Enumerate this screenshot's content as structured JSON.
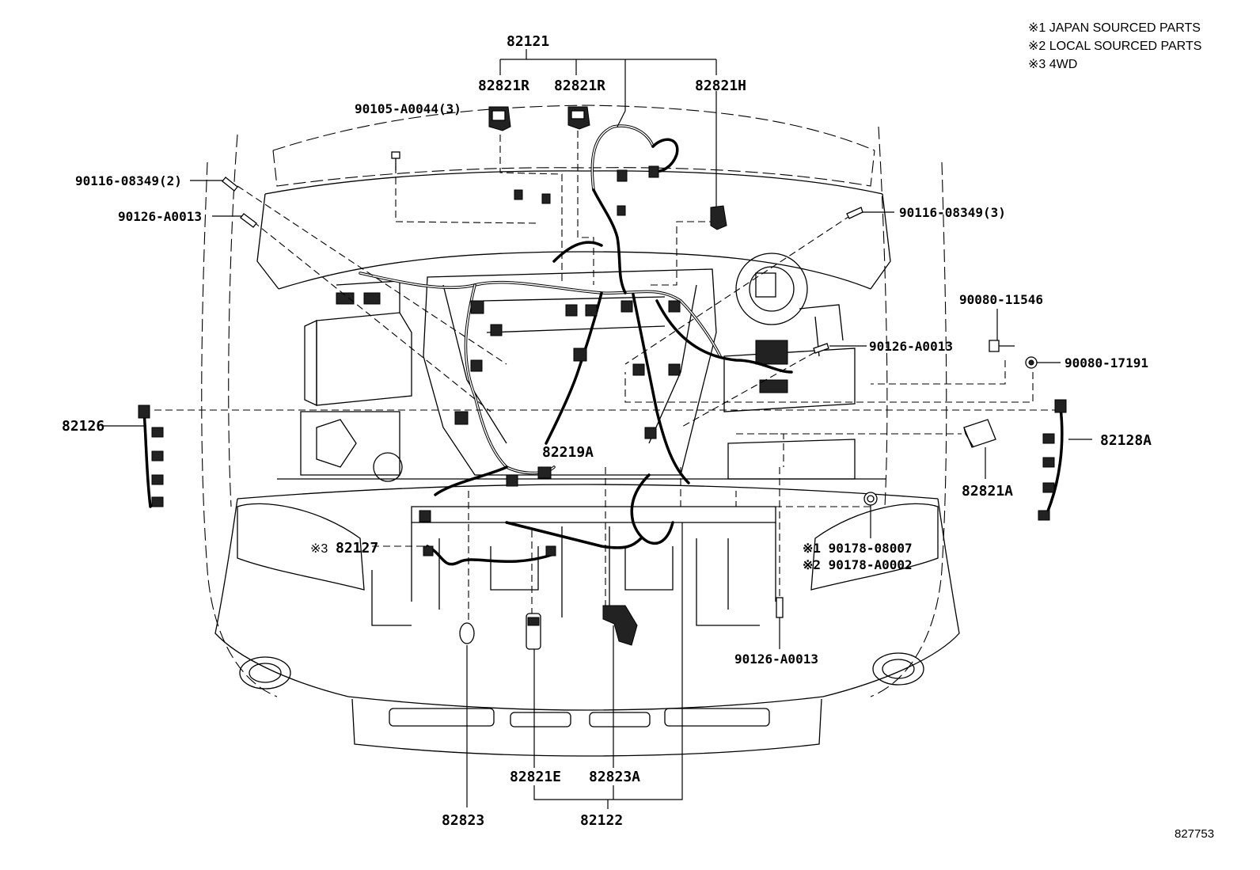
{
  "notes": {
    "n1": "※1 JAPAN SOURCED PARTS",
    "n2": "※2 LOCAL SOURCED PARTS",
    "n3": "※3 4WD"
  },
  "labels": {
    "p82121": "82121",
    "p82821R_a": "82821R",
    "p82821R_b": "82821R",
    "p82821H": "82821H",
    "p90105": "90105-A0044(3)",
    "p90116_left": "90116-08349(2)",
    "p90126_left": "90126-A0013",
    "p90116_right": "90116-08349(3)",
    "p90080_11546": "90080-11546",
    "p90126_mid": "90126-A0013",
    "p90080_17191": "90080-17191",
    "p82126": "82126",
    "p82128A": "82128A",
    "p82821A": "82821A",
    "p82219A": "82219A",
    "p82127_mark": "※3",
    "p82127": "82127",
    "p90178_08007": "※1 90178-08007",
    "p90178_A0002": "※2 90178-A0002",
    "p90126_bottom": "90126-A0013",
    "p82821E": "82821E",
    "p82823A": "82823A",
    "p82823": "82823",
    "p82122": "82122"
  },
  "figure_ref": "827753"
}
